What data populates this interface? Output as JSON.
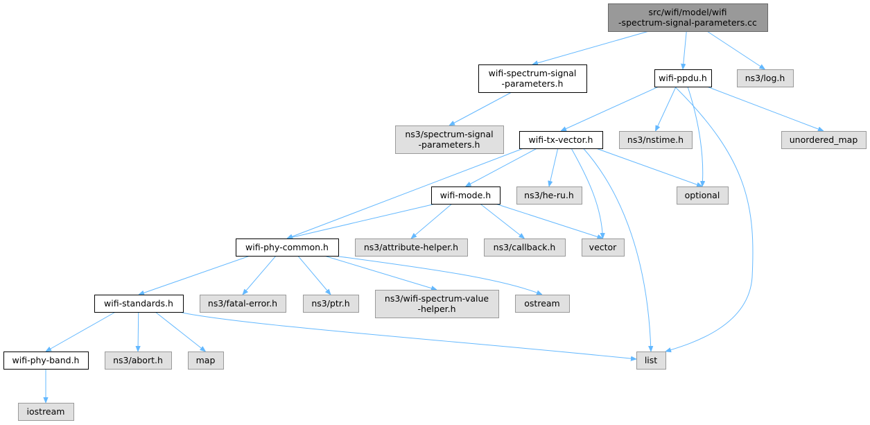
{
  "graph": {
    "colors": {
      "root_fill": "#999999",
      "root_stroke": "#666666",
      "internal_fill": "#ffffff",
      "internal_stroke": "#000000",
      "external_fill": "#e0e0e0",
      "external_stroke": "#999999",
      "edge": "#63b8ff"
    },
    "nodes": [
      {
        "id": "root",
        "kind": "root",
        "lines": [
          "src/wifi/model/wifi",
          "-spectrum-signal-parameters.cc"
        ]
      },
      {
        "id": "wssp",
        "kind": "internal",
        "lines": [
          "wifi-spectrum-signal",
          "-parameters.h"
        ]
      },
      {
        "id": "ppdu",
        "kind": "internal",
        "lines": [
          "wifi-ppdu.h"
        ]
      },
      {
        "id": "log",
        "kind": "external",
        "lines": [
          "ns3/log.h"
        ]
      },
      {
        "id": "ns3ssp",
        "kind": "external",
        "lines": [
          "ns3/spectrum-signal",
          "-parameters.h"
        ]
      },
      {
        "id": "txv",
        "kind": "internal",
        "lines": [
          "wifi-tx-vector.h"
        ]
      },
      {
        "id": "nstime",
        "kind": "external",
        "lines": [
          "ns3/nstime.h"
        ]
      },
      {
        "id": "umap",
        "kind": "external",
        "lines": [
          "unordered_map"
        ]
      },
      {
        "id": "mode",
        "kind": "internal",
        "lines": [
          "wifi-mode.h"
        ]
      },
      {
        "id": "heru",
        "kind": "external",
        "lines": [
          "ns3/he-ru.h"
        ]
      },
      {
        "id": "optional",
        "kind": "external",
        "lines": [
          "optional"
        ]
      },
      {
        "id": "phyc",
        "kind": "internal",
        "lines": [
          "wifi-phy-common.h"
        ]
      },
      {
        "id": "attr",
        "kind": "external",
        "lines": [
          "ns3/attribute-helper.h"
        ]
      },
      {
        "id": "cb",
        "kind": "external",
        "lines": [
          "ns3/callback.h"
        ]
      },
      {
        "id": "vector",
        "kind": "external",
        "lines": [
          "vector"
        ]
      },
      {
        "id": "std",
        "kind": "internal",
        "lines": [
          "wifi-standards.h"
        ]
      },
      {
        "id": "fatal",
        "kind": "external",
        "lines": [
          "ns3/fatal-error.h"
        ]
      },
      {
        "id": "ptr",
        "kind": "external",
        "lines": [
          "ns3/ptr.h"
        ]
      },
      {
        "id": "wsvh",
        "kind": "external",
        "lines": [
          "ns3/wifi-spectrum-value",
          "-helper.h"
        ]
      },
      {
        "id": "ostream",
        "kind": "external",
        "lines": [
          "ostream"
        ]
      },
      {
        "id": "band",
        "kind": "internal",
        "lines": [
          "wifi-phy-band.h"
        ]
      },
      {
        "id": "abort",
        "kind": "external",
        "lines": [
          "ns3/abort.h"
        ]
      },
      {
        "id": "map",
        "kind": "external",
        "lines": [
          "map"
        ]
      },
      {
        "id": "list",
        "kind": "external",
        "lines": [
          "list"
        ]
      },
      {
        "id": "iostream",
        "kind": "external",
        "lines": [
          "iostream"
        ]
      }
    ],
    "edges": [
      [
        "root",
        "wssp"
      ],
      [
        "root",
        "ppdu"
      ],
      [
        "root",
        "log"
      ],
      [
        "wssp",
        "ns3ssp"
      ],
      [
        "ppdu",
        "txv"
      ],
      [
        "ppdu",
        "nstime"
      ],
      [
        "ppdu",
        "optional"
      ],
      [
        "ppdu",
        "umap"
      ],
      [
        "ppdu",
        "list"
      ],
      [
        "txv",
        "mode"
      ],
      [
        "txv",
        "heru"
      ],
      [
        "txv",
        "optional"
      ],
      [
        "txv",
        "phyc"
      ],
      [
        "txv",
        "vector"
      ],
      [
        "txv",
        "list"
      ],
      [
        "mode",
        "phyc"
      ],
      [
        "mode",
        "attr"
      ],
      [
        "mode",
        "cb"
      ],
      [
        "mode",
        "vector"
      ],
      [
        "phyc",
        "std"
      ],
      [
        "phyc",
        "fatal"
      ],
      [
        "phyc",
        "ptr"
      ],
      [
        "phyc",
        "wsvh"
      ],
      [
        "phyc",
        "ostream"
      ],
      [
        "std",
        "band"
      ],
      [
        "std",
        "abort"
      ],
      [
        "std",
        "map"
      ],
      [
        "std",
        "list"
      ],
      [
        "band",
        "iostream"
      ]
    ]
  }
}
